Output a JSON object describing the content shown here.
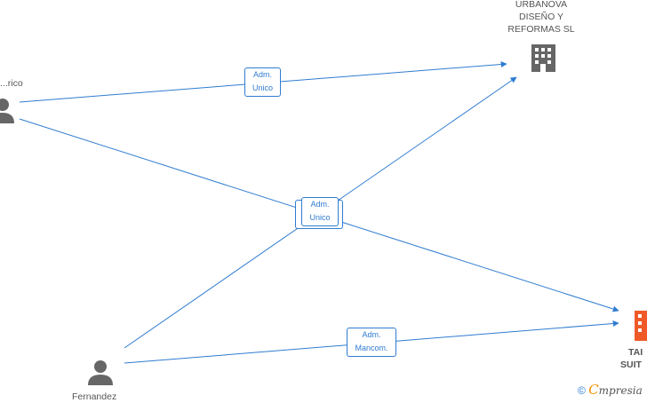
{
  "colors": {
    "edge": "#2f7cd1",
    "person": "#666666",
    "building": "#666666",
    "building_highlight": "#ef5a28",
    "text": "#555555"
  },
  "nodes": {
    "person_top_left": {
      "label": "...rico",
      "icon": "person-icon"
    },
    "person_bottom": {
      "label": "Fernandez",
      "icon": "person-icon"
    },
    "company_top": {
      "label_lines": [
        "URBANOVA",
        "DISEÑO Y",
        "REFORMAS  SL"
      ],
      "icon": "building-icon"
    },
    "company_right": {
      "label_lines": [
        "TAI",
        "SUIT"
      ],
      "icon": "building-icon"
    }
  },
  "edge_labels": {
    "top": {
      "line1": "Adm.",
      "line2": "Unico"
    },
    "center": {
      "line1": "Adm.",
      "line2": "Unico"
    },
    "bottom": {
      "line1": "Adm.",
      "line2": "Mancom."
    }
  },
  "watermark": {
    "copyright": "©",
    "brand_initial": "C",
    "brand_rest": "mpresia"
  }
}
